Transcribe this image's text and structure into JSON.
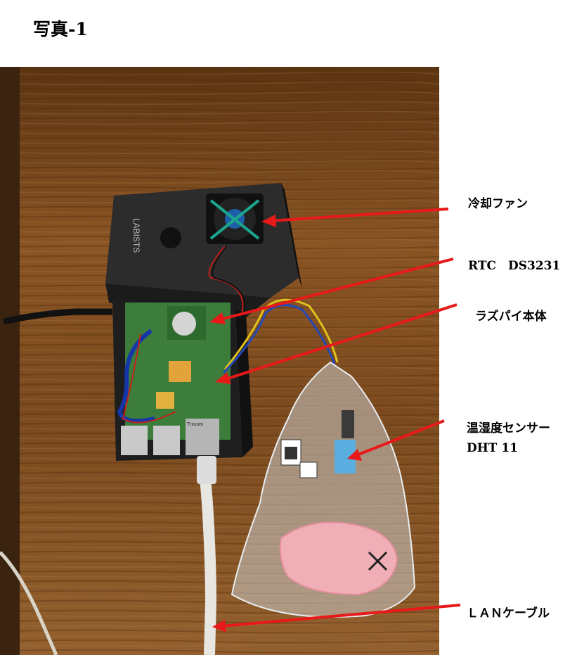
{
  "page_title": "写真-1",
  "labels": {
    "fan": "冷却ファン",
    "rtc": "RTC　DS3231",
    "raspi": "ラズパイ本体",
    "sensor_line1": "温湿度センサー",
    "sensor_line2": "DHT 11",
    "lan": "ＬＡＮケーブル"
  },
  "photo": {
    "case_brand": "LABISTS",
    "port_brand": "Trxcom"
  },
  "colors": {
    "arrow": "#e81919",
    "wood": "#7a4a1f",
    "case": "#2b2b2b",
    "board": "#3a7a3a"
  }
}
